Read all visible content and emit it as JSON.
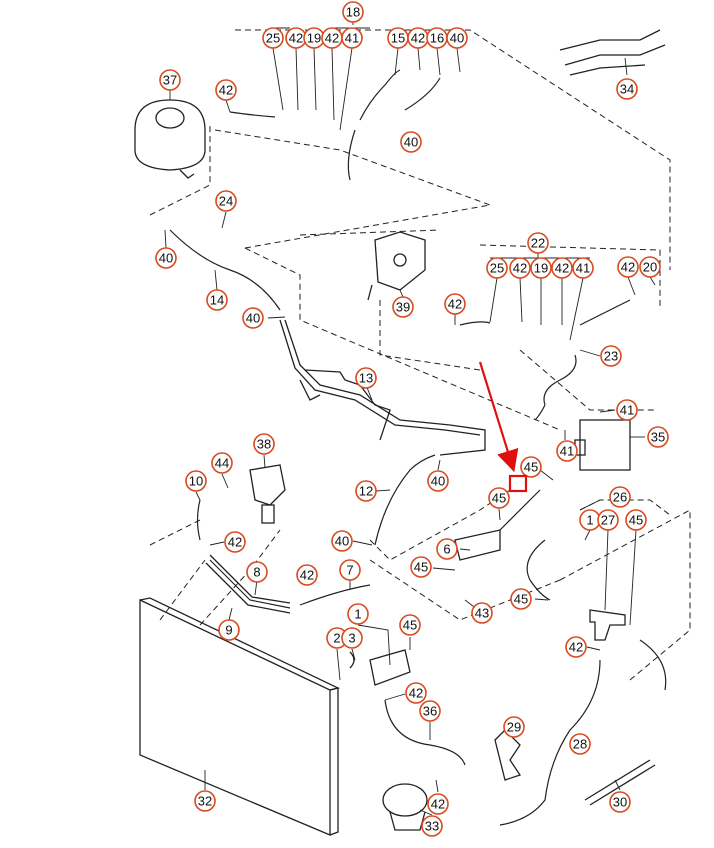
{
  "diagram": {
    "callouts": [
      "18",
      "25",
      "42",
      "19",
      "42",
      "41",
      "15",
      "42",
      "16",
      "40",
      "37",
      "42",
      "34",
      "40",
      "24",
      "40",
      "14",
      "40",
      "22",
      "25",
      "42",
      "19",
      "42",
      "41",
      "42",
      "20",
      "42",
      "39",
      "13",
      "23",
      "41",
      "35",
      "41",
      "38",
      "44",
      "10",
      "45",
      "42",
      "12",
      "40",
      "45",
      "40",
      "26",
      "1",
      "27",
      "45",
      "6",
      "45",
      "43",
      "42",
      "8",
      "7",
      "45",
      "42",
      "9",
      "2",
      "3",
      "1",
      "45",
      "42",
      "42",
      "36",
      "29",
      "28",
      "32",
      "33",
      "42",
      "30"
    ],
    "highlight_color": "#e01010",
    "callout_border_color": "#d94a1e"
  }
}
